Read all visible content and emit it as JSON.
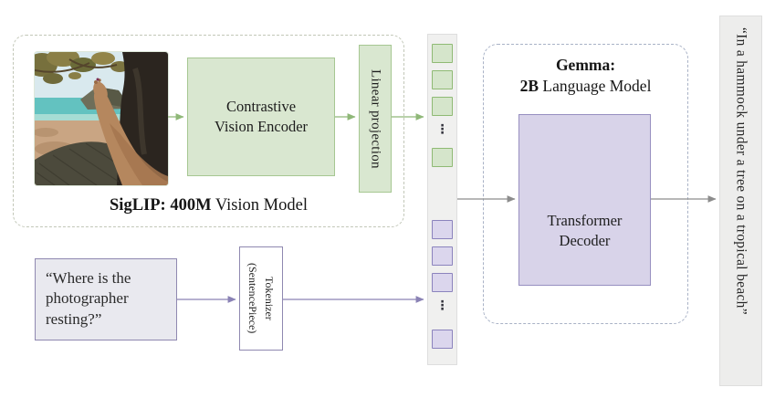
{
  "diagram": "PaliGemma-style vision-language model architecture",
  "colors": {
    "green_fill": "#d9e7d0",
    "green_border": "#a6c792",
    "purple_fill": "#d8d3e9",
    "purple_border": "#978fc0",
    "neutral_fill": "#e9e9ef",
    "neutral_border": "#8f88b0",
    "vision_dash": "#c2c7b8",
    "language_dash": "#a9b2c6",
    "arrow_green": "#8fb878",
    "arrow_gray": "#8c8c8c",
    "arrow_purple": "#8a82b5"
  },
  "vision_module": {
    "container_label_bold": "SigLIP: 400M",
    "container_label_regular": " Vision Model",
    "photo_description": "Photo: person reclining in a hammock on a tropical beach",
    "encoder_lines": [
      "Contrastive",
      "Vision Encoder"
    ],
    "projection_label": "Linear projection"
  },
  "language_module": {
    "title_line1": "Gemma:",
    "title_line2_bold": "2B",
    "title_line2_regular": " Language Model",
    "decoder_lines": [
      "Transformer",
      "Decoder"
    ]
  },
  "text_input": {
    "question_lines": [
      "“Where is the",
      "photographer",
      "resting?”"
    ],
    "tokenizer_line1": "Tokenizer",
    "tokenizer_line2": "(SentencePiece)"
  },
  "token_column": {
    "ellipsis": "⋮",
    "image_tokens_visible": 4,
    "text_tokens_visible": 4
  },
  "output": {
    "caption": "“In a hammock under a tree on a tropical beach”"
  }
}
